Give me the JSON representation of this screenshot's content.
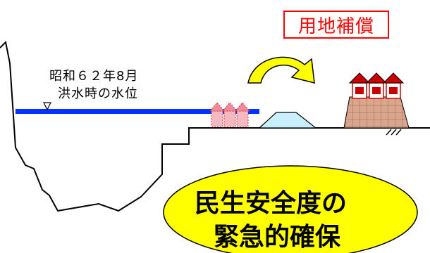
{
  "flood_level_label": {
    "line1": "昭和６２年8月",
    "line2": "洪水時の水位"
  },
  "compensation_label": "用地補償",
  "oval": {
    "line1": "民生安全度の",
    "line2": "緊急的確保"
  },
  "colors": {
    "water_line": "#0033ff",
    "houses_before": "#e0707a",
    "houses_after_fill": "#d9a58c",
    "roof_red": "#cc0000",
    "embankment": "#c8f0ff",
    "arrow": "#ffff00",
    "oval": "#ffff00",
    "label_red": "#ff0000"
  }
}
